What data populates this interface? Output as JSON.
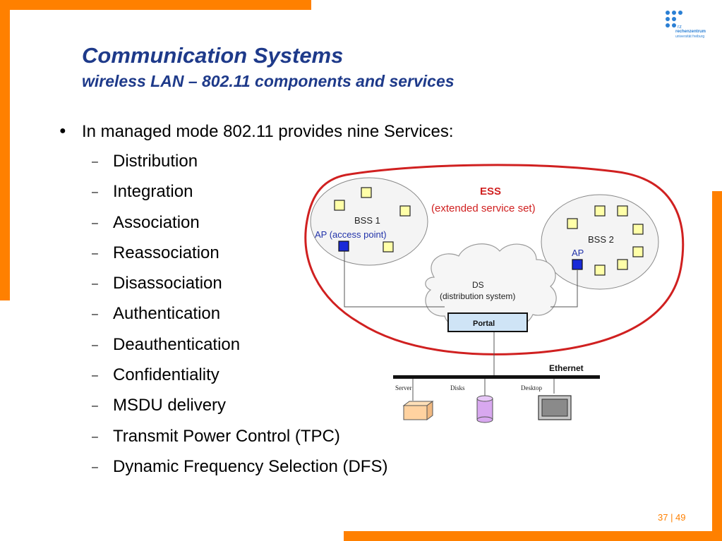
{
  "header": {
    "title": "Communication Systems",
    "subtitle": "wireless LAN – 802.11 components and services",
    "logo": {
      "line1": "rechenzentrum",
      "line2": "universität freiburg",
      "mark": "rz",
      "color": "#2a7fd4"
    }
  },
  "accent_color": "#ff8000",
  "content": {
    "intro": "In managed mode 802.11 provides nine Services:",
    "services": [
      "Distribution",
      "Integration",
      "Association",
      "Reassociation",
      "Disassociation",
      "Authentication",
      "Deauthentication",
      "Confidentiality",
      "MSDU delivery",
      "Transmit Power Control (TPC)",
      "Dynamic Frequency Selection (DFS)"
    ]
  },
  "diagram": {
    "ess_label": "ESS",
    "ess_desc": "(extended service set)",
    "bss1_label": "BSS 1",
    "ap1_label": "AP (access point)",
    "bss2_label": "BSS 2",
    "ap2_label": "AP",
    "ds_label": "DS",
    "ds_desc": "(distribution system)",
    "portal_label": "Portal",
    "ethernet_label": "Ethernet",
    "server_label": "Server",
    "disks_label": "Disks",
    "desktop_label": "Desktop"
  },
  "footer": {
    "page": "37 | 49"
  }
}
